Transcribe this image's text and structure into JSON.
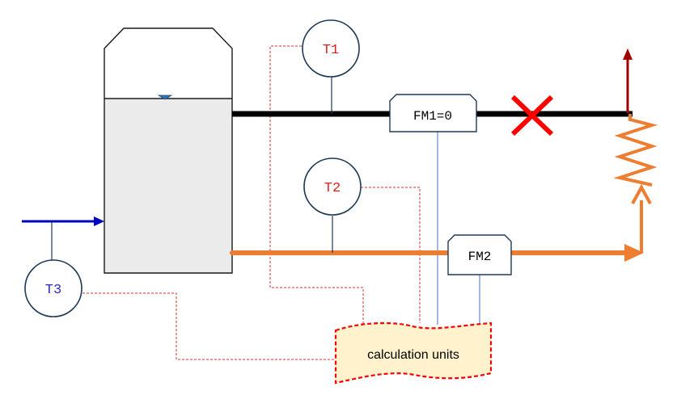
{
  "diagram": {
    "sensors": {
      "t1": "T1",
      "t2": "T2",
      "t3": "T3"
    },
    "flowmeters": {
      "fm1": "FM1=0",
      "fm2": "FM2"
    },
    "calculation_box": "calculation units",
    "colors": {
      "pipe_black": "#000000",
      "pipe_orange": "#ED7D31",
      "inlet_blue": "#0000C0",
      "sensor_text_red": "#E02020",
      "sensor_text_blue": "#2A2AC8",
      "signal_red": "#E03030",
      "signal_blue": "#4472C4",
      "vent_arrow": "#A00000",
      "blocked_x": "#FF0000",
      "tank_fill": "#EBEBEB",
      "calc_fill": "#FFF2CC",
      "sensor_outline": "#1F3A57"
    },
    "states": {
      "fm1_line": "blocked"
    }
  }
}
